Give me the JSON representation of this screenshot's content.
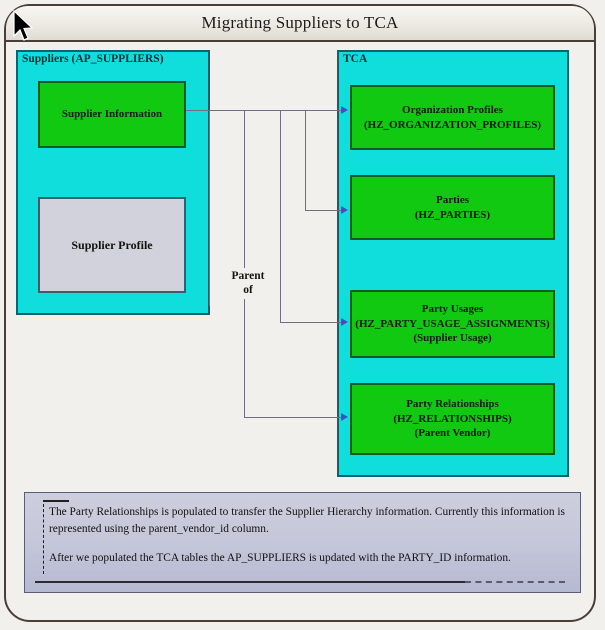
{
  "header": {
    "title": "Migrating Suppliers to TCA"
  },
  "left_panel": {
    "label": "Suppliers (AP_SUPPLIERS)",
    "boxes": [
      {
        "lines": [
          "Supplier Information"
        ]
      },
      {
        "lines": [
          "Supplier Profile"
        ]
      }
    ]
  },
  "right_panel": {
    "label": "TCA",
    "boxes": [
      {
        "lines": [
          "Organization Profiles",
          "(HZ_ORGANIZATION_PROFILES)"
        ]
      },
      {
        "lines": [
          "Parties",
          "(HZ_PARTIES)"
        ]
      },
      {
        "lines": [
          "Party Usages",
          "(HZ_PARTY_USAGE_ASSIGNMENTS)",
          "(Supplier Usage)"
        ]
      },
      {
        "lines": [
          "Party Relationships",
          "(HZ_RELATIONSHIPS)",
          "(Parent Vendor)"
        ]
      }
    ]
  },
  "connectors": {
    "parent_of_label_line1": "Parent",
    "parent_of_label_line2": "of"
  },
  "note": {
    "paragraph1": "The Party Relationships is populated to transfer the Supplier Hierarchy information. Currently this information is represented using the parent_vendor_id column.",
    "paragraph2": "After we populated the TCA tables the AP_SUPPLIERS is updated with the PARTY_ID information."
  },
  "colors": {
    "panel_fill": "#10dedc",
    "panel_border": "#14606b",
    "green_fill": "#12c912",
    "green_border": "#105c18",
    "grey_box_fill": "#d2d2dc",
    "connector": "#6e6e84",
    "arrow": "#3a50c8",
    "frame_border": "#4a3f38",
    "canvas_bg": "#f2f0ec",
    "note_fill": "#c6c8da"
  }
}
